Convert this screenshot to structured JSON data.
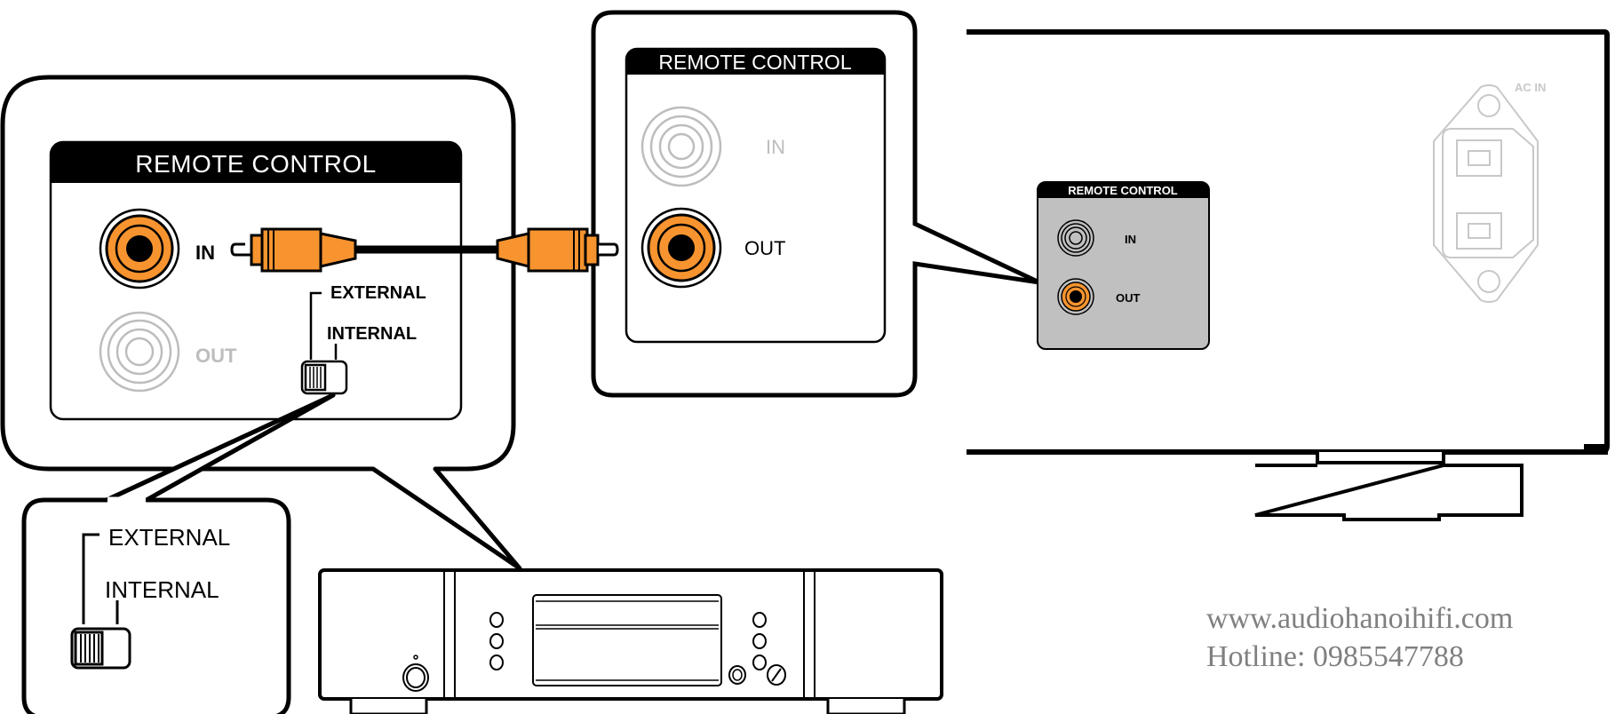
{
  "colors": {
    "jack_orange": "#f7942f",
    "panel_gray": "#c0c0c0",
    "inactive_gray": "#bdbdbd",
    "ac_gray": "#c8c8c8",
    "watermark": "#808080"
  },
  "left_callout": {
    "panel_title": "REMOTE CONTROL",
    "jack_in_label": "IN",
    "jack_out_label": "OUT",
    "switch_external_label": "EXTERNAL",
    "switch_internal_label": "INTERNAL",
    "switch_position": "EXTERNAL"
  },
  "switch_zoom_callout": {
    "external_label": "EXTERNAL",
    "internal_label": "INTERNAL",
    "switch_position": "EXTERNAL"
  },
  "middle_callout": {
    "panel_title": "REMOTE CONTROL",
    "jack_in_label": "IN",
    "jack_out_label": "OUT"
  },
  "rear_panel": {
    "rc_panel_title": "REMOTE CONTROL",
    "jack_in_label": "IN",
    "jack_out_label": "OUT",
    "ac_in_label": "AC IN"
  },
  "watermark": {
    "website": "www.audiohanoihifi.com",
    "hotline": "Hotline: 0985547788"
  }
}
